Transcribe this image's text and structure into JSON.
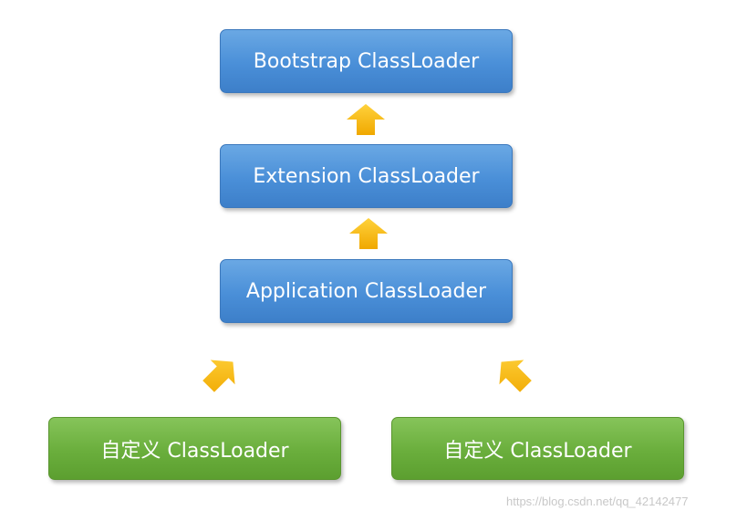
{
  "diagram": {
    "nodes": {
      "bootstrap": "Bootstrap ClassLoader",
      "extension": "Extension ClassLoader",
      "application": "Application ClassLoader",
      "custom_left": "自定义 ClassLoader",
      "custom_right": "自定义 ClassLoader"
    },
    "edges": [
      {
        "from": "extension",
        "to": "bootstrap"
      },
      {
        "from": "application",
        "to": "extension"
      },
      {
        "from": "custom_left",
        "to": "application"
      },
      {
        "from": "custom_right",
        "to": "application"
      }
    ],
    "colors": {
      "parent_nodes": "#4a8fd8",
      "custom_nodes": "#6aae3c",
      "arrows": "#f5b800"
    }
  },
  "watermark": "https://blog.csdn.net/qq_42142477"
}
